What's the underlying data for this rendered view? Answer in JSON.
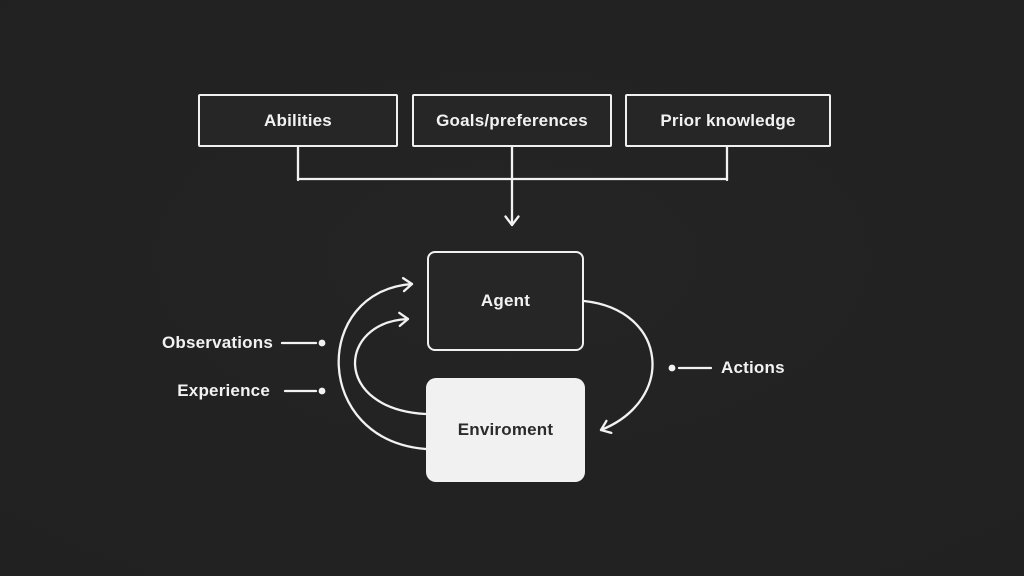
{
  "colors": {
    "background": "#212121",
    "line": "#f2f2f2",
    "dark_node_fill": "#262626",
    "environment_fill": "#f1f1f1",
    "environment_text": "#2b2b2b"
  },
  "top_row": {
    "boxes": [
      {
        "label": "Abilities"
      },
      {
        "label": "Goals/preferences"
      },
      {
        "label": "Prior knowledge"
      }
    ]
  },
  "nodes": {
    "agent": {
      "label": "Agent"
    },
    "environment": {
      "label": "Enviroment"
    }
  },
  "annotations": {
    "observations": {
      "label": "Observations"
    },
    "experience": {
      "label": "Experience"
    },
    "actions": {
      "label": "Actions"
    }
  },
  "edges": [
    {
      "from": [
        "Abilities",
        "Goals/preferences",
        "Prior knowledge"
      ],
      "to": "Agent",
      "style": "orthogonal-arrow"
    },
    {
      "from": "Enviroment",
      "to": "Agent",
      "label": "Observations",
      "style": "curved-arrow"
    },
    {
      "from": "Enviroment",
      "to": "Agent",
      "label": "Experience",
      "style": "curved-arrow"
    },
    {
      "from": "Agent",
      "to": "Enviroment",
      "label": "Actions",
      "style": "curved-arrow"
    }
  ]
}
